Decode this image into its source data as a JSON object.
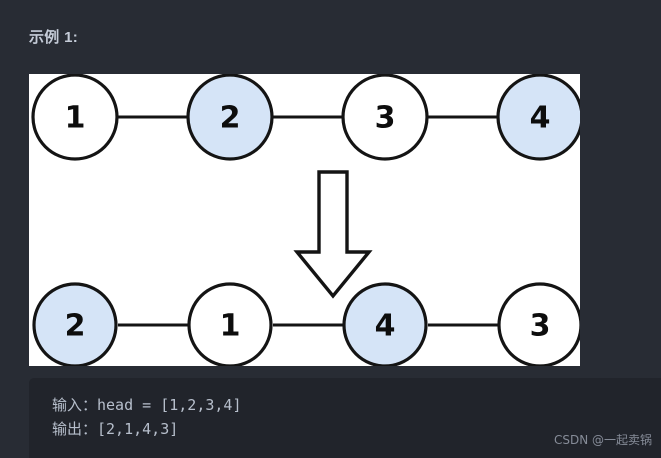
{
  "page": {
    "background_color": "#282c34",
    "title": "示例 1:"
  },
  "diagram": {
    "panel_background": "#ffffff",
    "node_fill_plain": "#ffffff",
    "node_fill_highlight": "#d5e4f7",
    "node_stroke": "#141414",
    "transform_arrow": "down-block-arrow",
    "rows": [
      {
        "name": "input-list",
        "nodes": [
          {
            "value": "1",
            "highlighted": false
          },
          {
            "value": "2",
            "highlighted": true
          },
          {
            "value": "3",
            "highlighted": false
          },
          {
            "value": "4",
            "highlighted": true
          }
        ]
      },
      {
        "name": "output-list",
        "nodes": [
          {
            "value": "2",
            "highlighted": true
          },
          {
            "value": "1",
            "highlighted": false
          },
          {
            "value": "4",
            "highlighted": true
          },
          {
            "value": "3",
            "highlighted": false
          }
        ]
      }
    ]
  },
  "code": {
    "background_color": "#21242b",
    "text_color": "#b7bfcc",
    "lines": [
      "输入：head = [1,2,3,4]",
      "输出：[2,1,4,3]"
    ],
    "input_line": "输入：head = [1,2,3,4]",
    "output_line": "输出：[2,1,4,3]"
  },
  "watermark": {
    "text": "CSDN @一起卖锅"
  }
}
